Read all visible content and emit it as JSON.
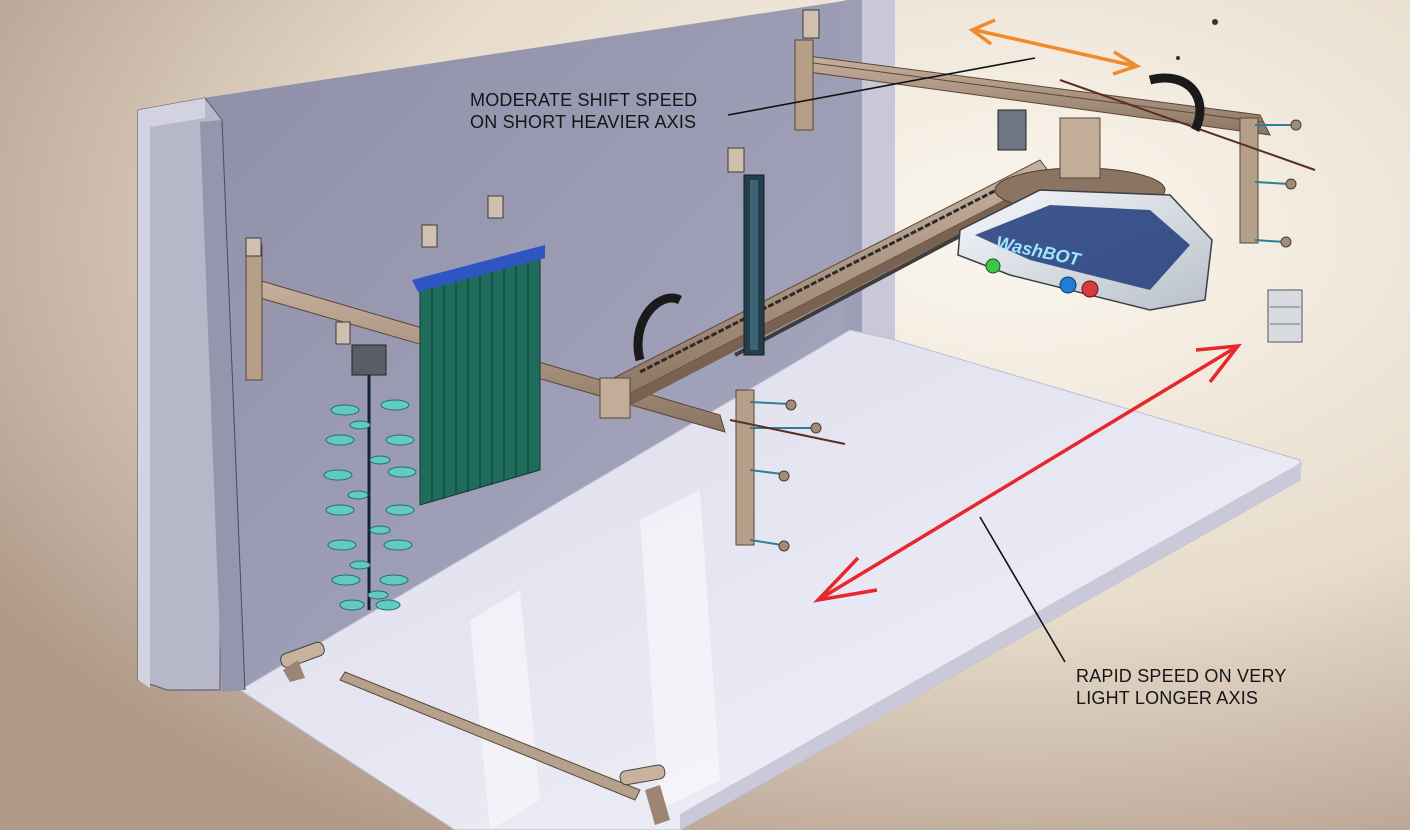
{
  "annotations": {
    "short_axis": {
      "line1": "MODERATE SHIFT SPEED",
      "line2": "ON SHORT HEAVIER AXIS",
      "arrow_color": "#f08a2c"
    },
    "long_axis": {
      "line1": "RAPID SPEED ON VERY",
      "line2": "LIGHT LONGER AXIS",
      "arrow_color": "#e8262b"
    }
  },
  "wash_unit": {
    "logo_text": "WashBOT",
    "buttons": [
      "green",
      "blue",
      "red"
    ]
  },
  "colors": {
    "frame": "#a8907a",
    "wall": "#9c9cb4",
    "floor": "#e8e8f4",
    "brush": "#5fc9c4",
    "curtain": "#1f6b5c"
  }
}
